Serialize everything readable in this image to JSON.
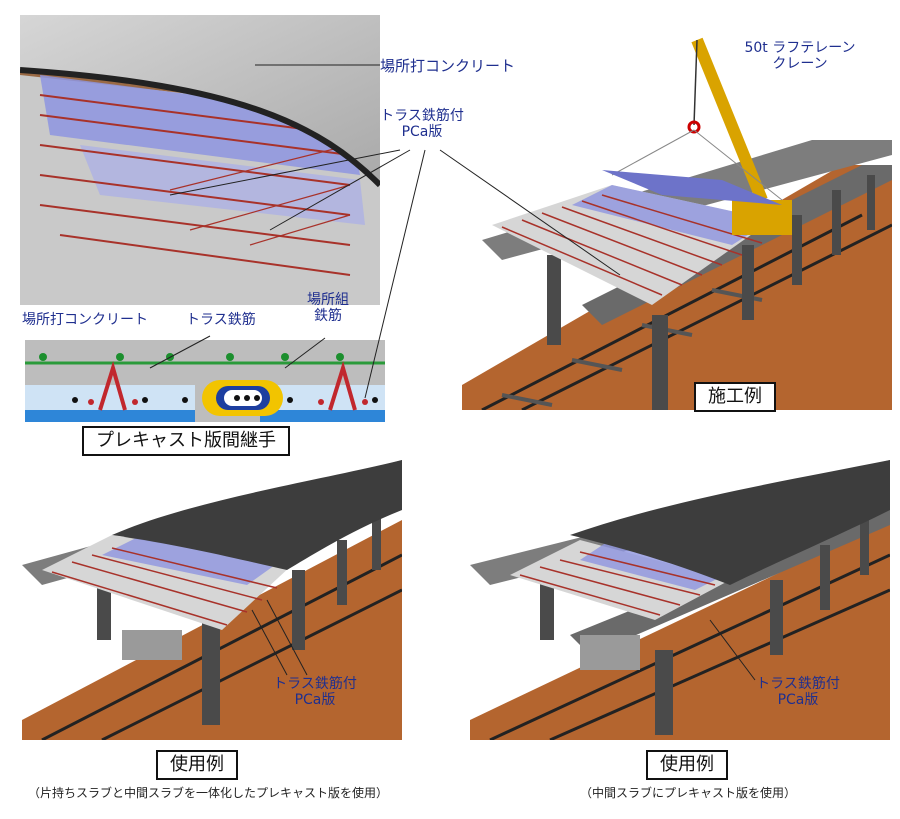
{
  "labels": {
    "in_situ_concrete_top": "場所打コンクリート",
    "truss_pca_top_line1": "トラス鉄筋付",
    "truss_pca_top_line2": "PCa版",
    "crane_line1": "50t ラフテレーン",
    "crane_line2": "クレーン",
    "in_situ_concrete_detail": "場所打コンクリート",
    "truss_rebar": "トラス鉄筋",
    "site_rebar_line1": "場所組",
    "site_rebar_line2": "鉄筋",
    "joint_title": "プレキャスト版間継手",
    "construction_example": "施工例",
    "usage_example_left": "使用例",
    "usage_example_right": "使用例",
    "truss_pca_left_line1": "トラス鉄筋付",
    "truss_pca_left_line2": "PCa版",
    "truss_pca_right_line1": "トラス鉄筋付",
    "truss_pca_right_line2": "PCa版",
    "caption_left": "（片持ちスラブと中間スラブを一体化したプレキャスト版を使用）",
    "caption_right": "（中間スラブにプレキャスト版を使用）"
  },
  "colors": {
    "label_text": "#1f2f8f",
    "concrete": "#bdbdbd",
    "dark_concrete": "#4a4a4a",
    "panel_blue": "#8e95e0",
    "rebar_red": "#a8322a",
    "ballast": "#b4652f",
    "crane_yellow": "#d9a300"
  }
}
